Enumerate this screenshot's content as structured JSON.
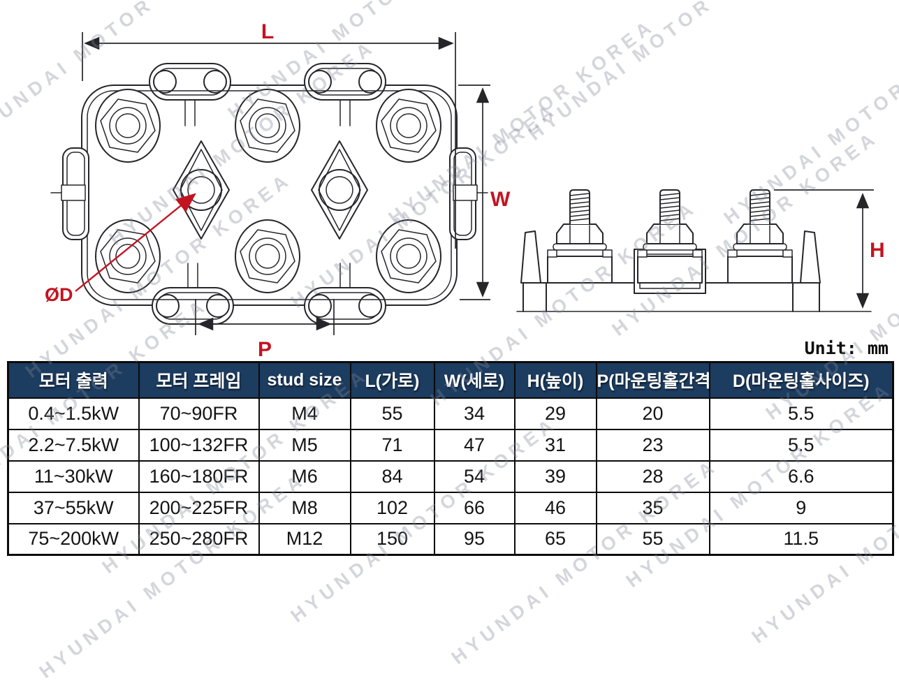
{
  "watermark": {
    "text": "HYUNDAI MOTOR KOREA"
  },
  "unit_label": "Unit: mm",
  "diagram": {
    "labels": {
      "L": "L",
      "W": "W",
      "P": "P",
      "D": "ØD",
      "H": "H"
    }
  },
  "colors": {
    "header-bg": "#1c3c60",
    "accent": "#c41320",
    "line": "#26262a"
  },
  "table": {
    "headers": [
      "모터 출력",
      "모터 프레임",
      "stud size",
      "L(가로)",
      "W(세로)",
      "H(높이)",
      "P(마운팅홀간격)",
      "D(마운팅홀사이즈)"
    ],
    "rows": [
      [
        "0.4~1.5kW",
        "70~90FR",
        "M4",
        "55",
        "34",
        "29",
        "20",
        "5.5"
      ],
      [
        "2.2~7.5kW",
        "100~132FR",
        "M5",
        "71",
        "47",
        "31",
        "23",
        "5.5"
      ],
      [
        "11~30kW",
        "160~180FR",
        "M6",
        "84",
        "54",
        "39",
        "28",
        "6.6"
      ],
      [
        "37~55kW",
        "200~225FR",
        "M8",
        "102",
        "66",
        "46",
        "35",
        "9"
      ],
      [
        "75~200kW",
        "250~280FR",
        "M12",
        "150",
        "95",
        "65",
        "55",
        "11.5"
      ]
    ]
  }
}
